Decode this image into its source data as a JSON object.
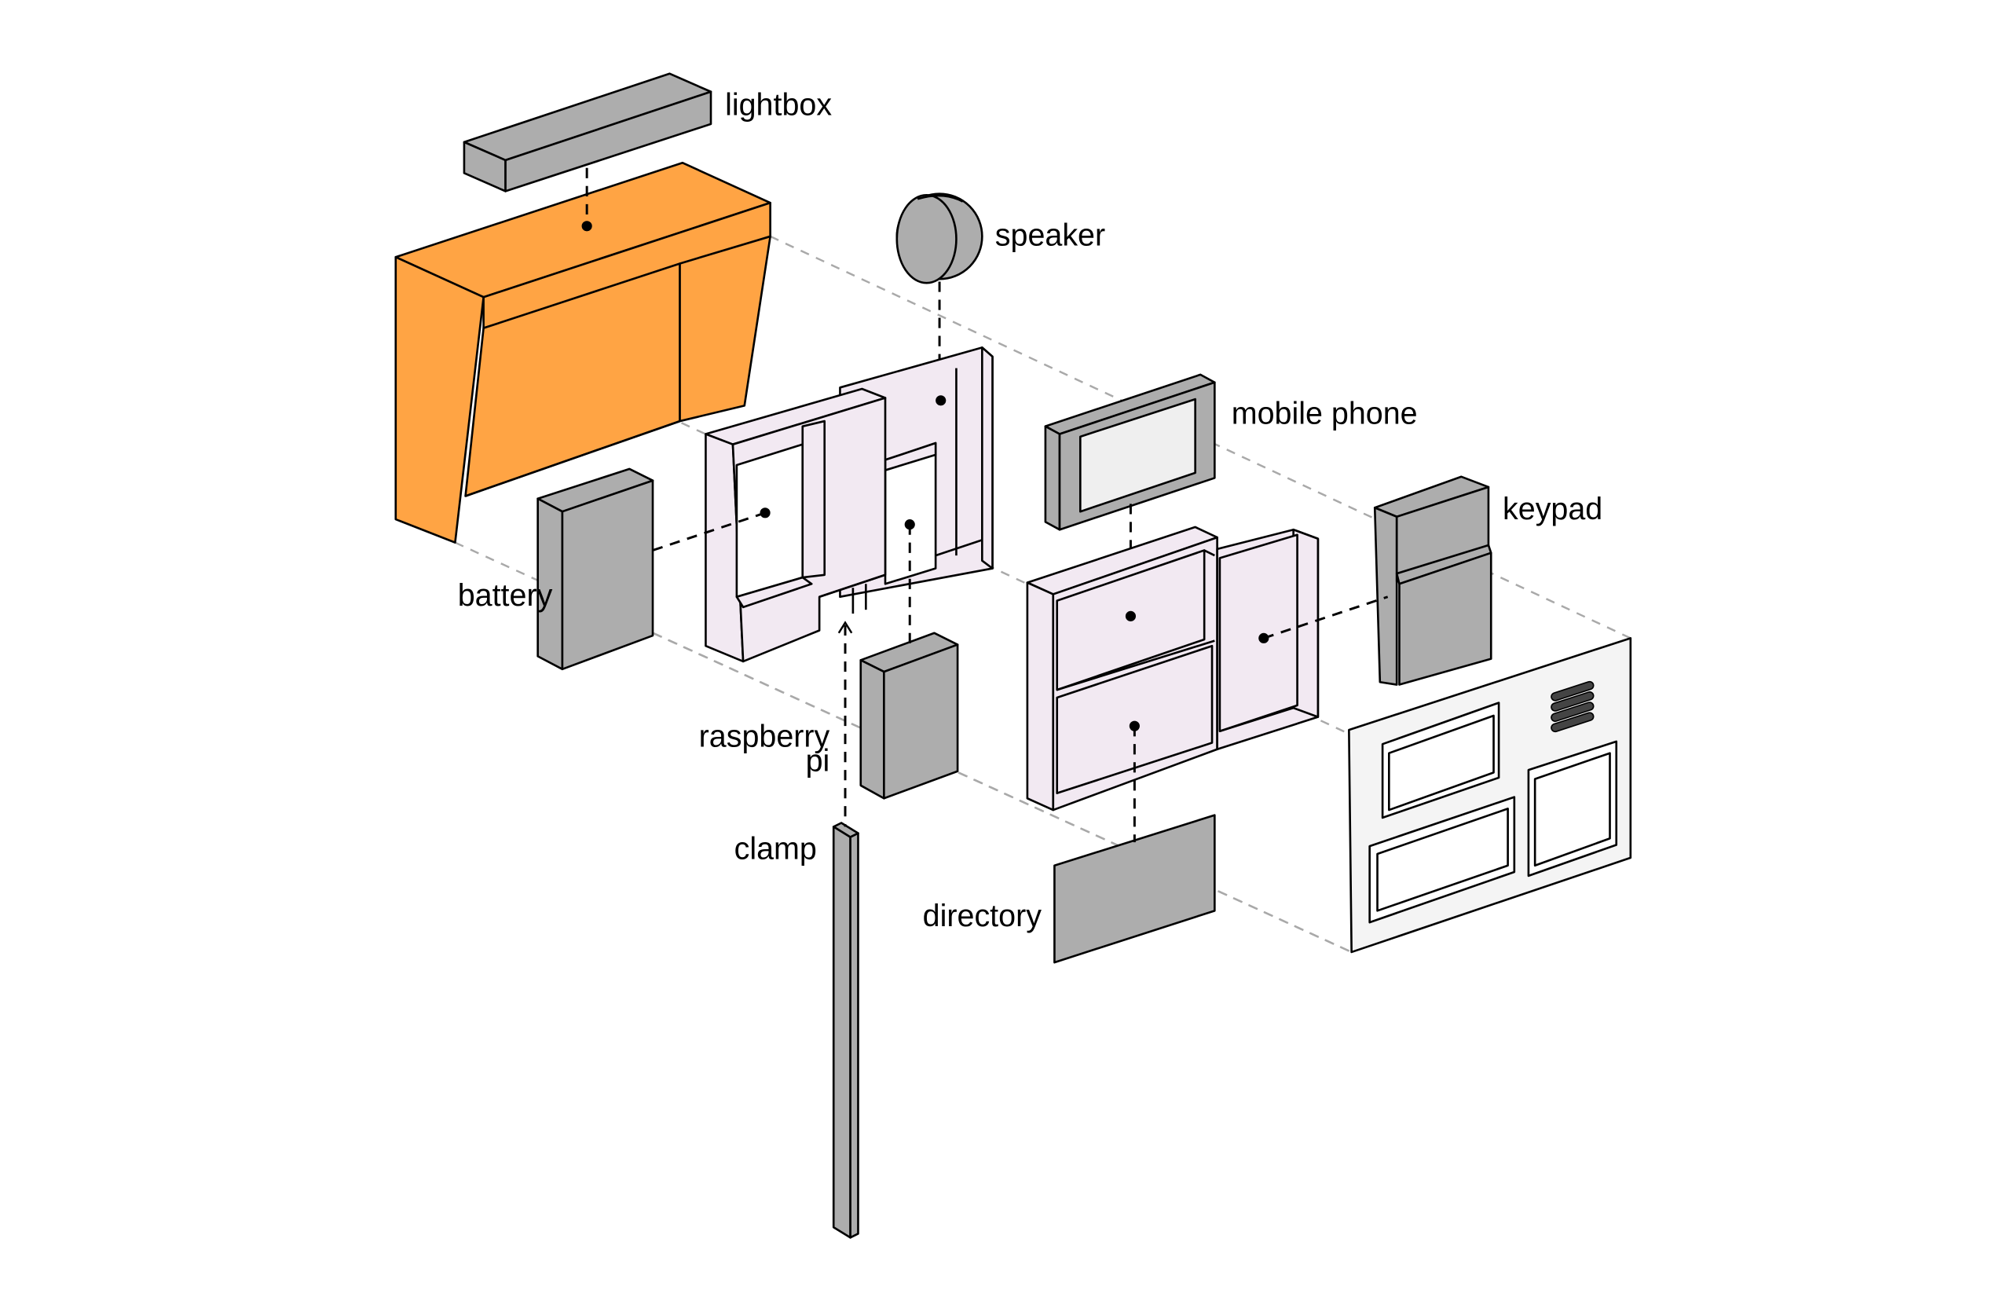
{
  "colors": {
    "housing": "#ffa444",
    "component": "#adadad",
    "frame": "#f2e9f2",
    "faceplate": "#f4f4f4",
    "screen": "#efefef",
    "outline": "#000000",
    "guide": "#a9a9a9"
  },
  "labels": {
    "lightbox": "lightbox",
    "speaker": "speaker",
    "mobile_phone": "mobile phone",
    "keypad": "keypad",
    "battery": "battery",
    "raspberry_pi_line1": "raspberry",
    "raspberry_pi_line2": "pi",
    "clamp": "clamp",
    "directory": "directory"
  }
}
